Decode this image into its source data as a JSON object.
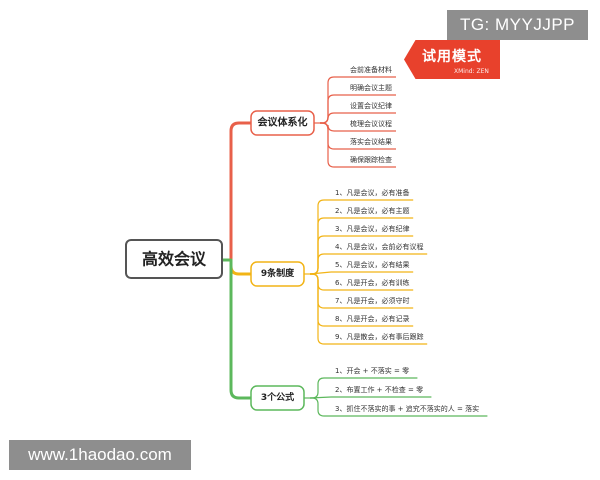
{
  "watermark": {
    "tg": "TG: MYYJJPP",
    "site": "www.1haodao.com"
  },
  "badge": {
    "main": "试用模式",
    "sub": "XMind: ZEN"
  },
  "colors": {
    "red": "#e8604a",
    "orange": "#f2b416",
    "green": "#5cb85c",
    "root_border": "#555555",
    "badge": "#e8412c"
  },
  "mindmap": {
    "root": "高效会议",
    "branches": [
      {
        "label": "会议体系化",
        "color": "red",
        "items": [
          "会前准备材料",
          "明确会议主题",
          "设置会议纪律",
          "梳理会议议程",
          "落实会议结果",
          "确保跟踪检查"
        ]
      },
      {
        "label": "9条制度",
        "color": "orange",
        "items": [
          "1、凡是会议，必有准备",
          "2、凡是会议，必有主题",
          "3、凡是会议，必有纪律",
          "4、凡是会议，会前必有议程",
          "5、凡是会议，必有结果",
          "6、凡是开会，必有训练",
          "7、凡是开会，必须守时",
          "8、凡是开会，必有记录",
          "9、凡是散会，必有事后跟踪"
        ]
      },
      {
        "label": "3个公式",
        "color": "green",
        "items": [
          "1、开会 + 不落实 = 零",
          "2、布置工作 + 不检查 = 零",
          "3、抓住不落实的事 + 追究不落实的人 = 落实"
        ]
      }
    ]
  }
}
